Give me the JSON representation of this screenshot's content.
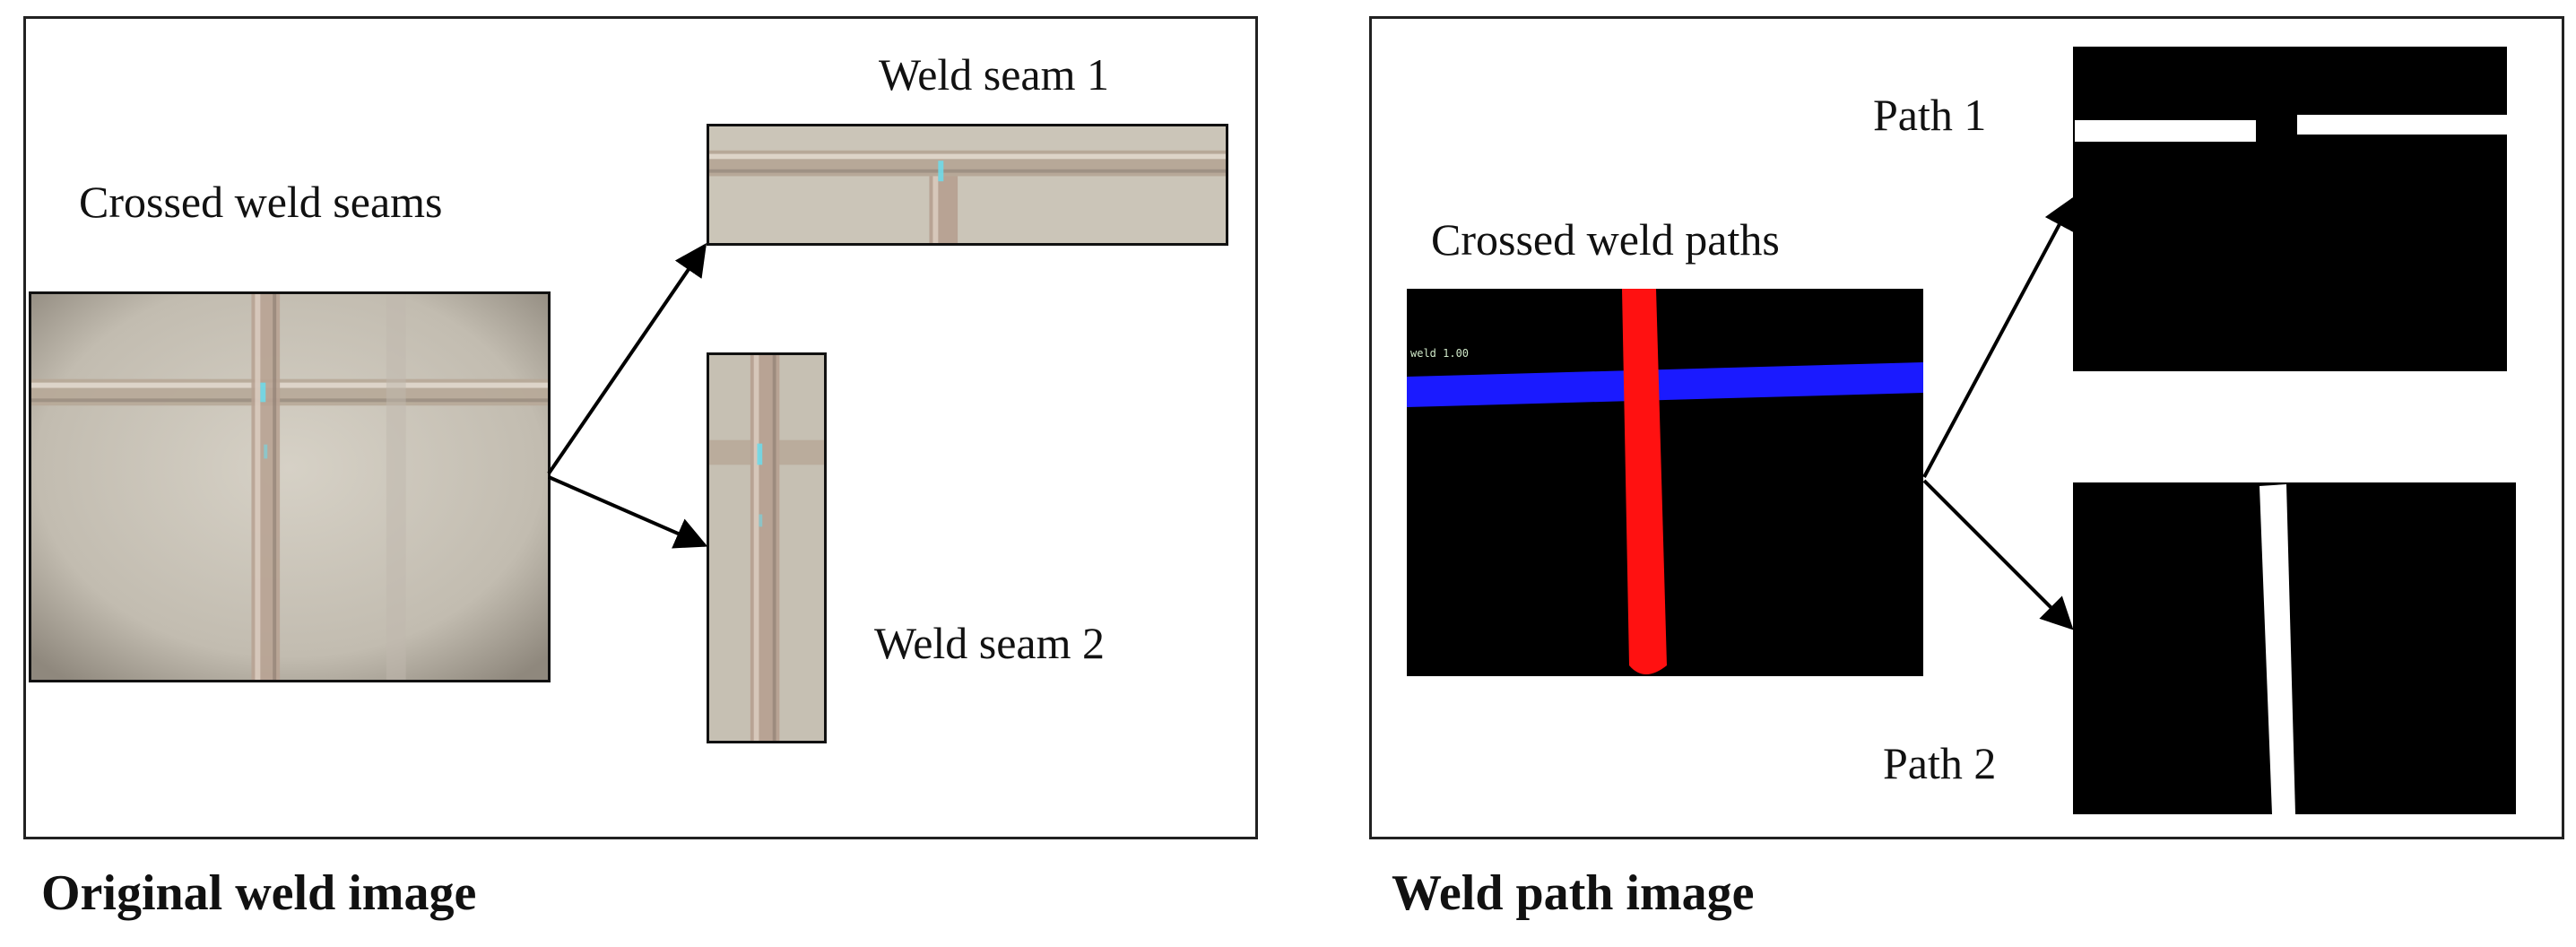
{
  "left_panel": {
    "caption": "Original weld image",
    "source_label": "Crossed weld seams",
    "seam1_label": "Weld seam 1",
    "seam2_label": "Weld seam 2"
  },
  "right_panel": {
    "caption": "Weld path image",
    "source_label": "Crossed weld paths",
    "path1_label": "Path 1",
    "path2_label": "Path 2",
    "overlay_tag": "weld 1.00"
  },
  "colors": {
    "metal": "#c9c3b6",
    "seam": "#b9a593",
    "path_horizontal": "#1a1aff",
    "path_vertical": "#ff1111",
    "mask": "#ffffff",
    "background_dark": "#000000"
  }
}
